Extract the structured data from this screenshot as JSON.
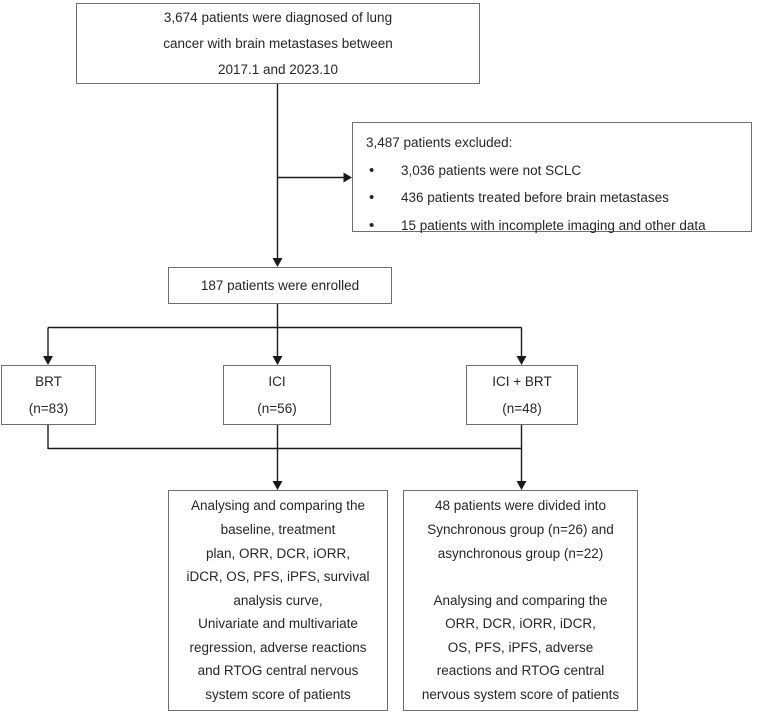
{
  "flowchart": {
    "top_box": {
      "lines": [
        "3,674 patients were diagnosed of lung",
        "cancer with brain metastases between",
        "2017.1 and 2023.10"
      ]
    },
    "excluded_box": {
      "title": "3,487 patients excluded:",
      "bullets": [
        "3,036 patients were not SCLC",
        "436 patients treated before brain metastases",
        "15 patients with incomplete imaging and other data"
      ]
    },
    "enrolled_box": {
      "text": "187 patients were enrolled"
    },
    "group_boxes": {
      "brt": {
        "name": "BRT",
        "count": "(n=83)"
      },
      "ici": {
        "name": "ICI",
        "count": "(n=56)"
      },
      "ici_brt": {
        "name": "ICI + BRT",
        "count": "(n=48)"
      }
    },
    "analysis_box_left": {
      "lines": [
        "Analysing and comparing the",
        "baseline, treatment",
        "plan, ORR, DCR, iORR,",
        "iDCR, OS, PFS, iPFS, survival",
        "analysis curve,",
        "Univariate and multivariate",
        "regression, adverse reactions",
        "and RTOG central nervous",
        "system score of patients"
      ]
    },
    "analysis_box_right": {
      "lines": [
        "48 patients were divided into",
        "Synchronous group (n=26) and",
        "asynchronous group (n=22)",
        "",
        "Analysing and comparing the",
        "ORR, DCR, iORR, iDCR,",
        "OS, PFS, iPFS, adverse",
        "reactions and RTOG central",
        "nervous system score of patients"
      ]
    }
  },
  "colors": {
    "background": "#ffffff",
    "box_border": "#6e6e6e",
    "connector": "#1a1a1a",
    "text": "#262626"
  }
}
